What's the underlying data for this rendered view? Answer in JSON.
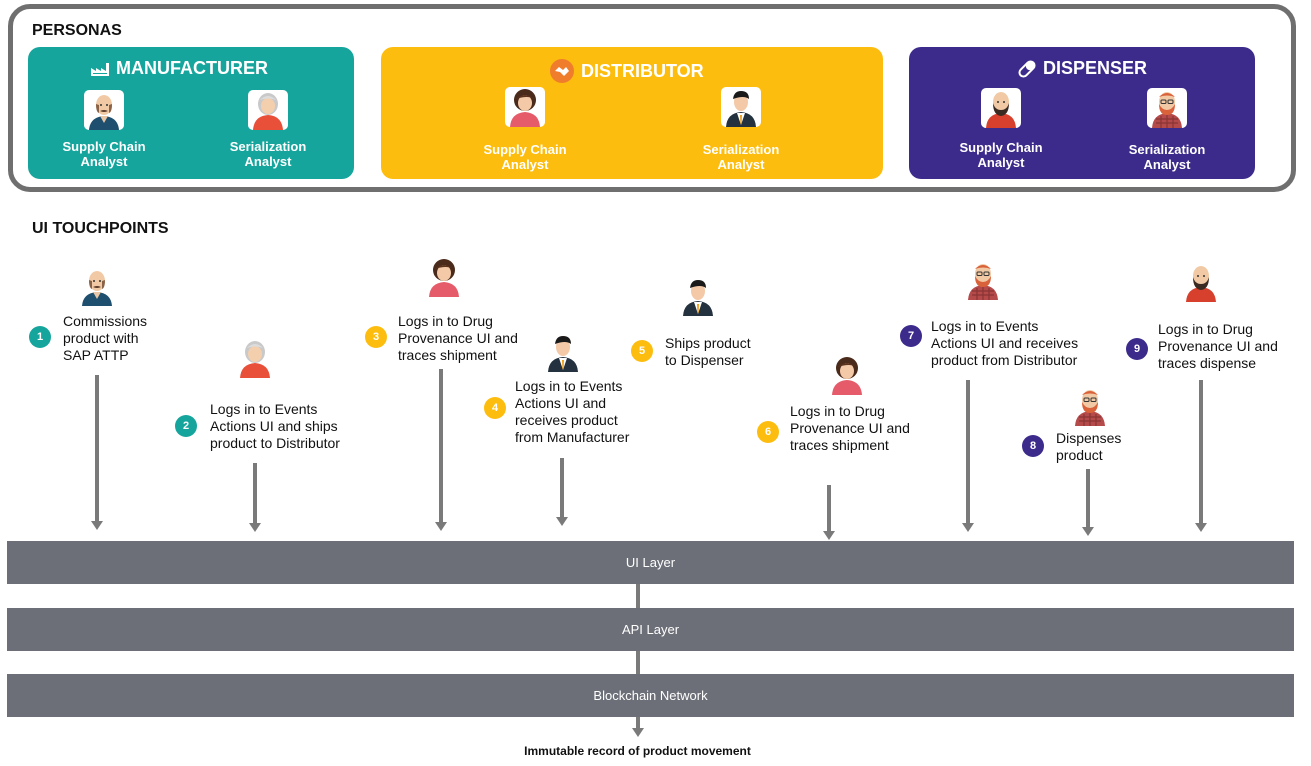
{
  "personas": {
    "title": "PERSONAS",
    "groups": [
      {
        "name": "MANUFACTURER",
        "color": "#15a59c",
        "icon": "factory-icon",
        "roles": [
          {
            "line1": "Supply Chain",
            "line2": "Analyst"
          },
          {
            "line1": "Serialization",
            "line2": "Analyst"
          }
        ]
      },
      {
        "name": "DISTRIBUTOR",
        "color": "#fdbd0f",
        "icon": "handshake-icon",
        "roles": [
          {
            "line1": "Supply Chain",
            "line2": "Analyst"
          },
          {
            "line1": "Serialization",
            "line2": "Analyst"
          }
        ]
      },
      {
        "name": "DISPENSER",
        "color": "#3d2b8c",
        "icon": "pill-icon",
        "roles": [
          {
            "line1": "Supply Chain",
            "line2": "Analyst"
          },
          {
            "line1": "Serialization",
            "line2": "Analyst"
          }
        ]
      }
    ]
  },
  "touchpoints": {
    "title": "UI TOUCHPOINTS",
    "items": [
      {
        "num": "1",
        "lines": [
          "Commissions",
          "product with",
          "SAP ATTP"
        ]
      },
      {
        "num": "2",
        "lines": [
          "Logs in to Events",
          "Actions UI and ships",
          "product to Distributor"
        ]
      },
      {
        "num": "3",
        "lines": [
          "Logs in to Drug",
          "Provenance UI and",
          "traces shipment"
        ]
      },
      {
        "num": "4",
        "lines": [
          "Logs in to Events",
          "Actions UI and",
          "receives product",
          "from Manufacturer"
        ]
      },
      {
        "num": "5",
        "lines": [
          "Ships product",
          "to Dispenser"
        ]
      },
      {
        "num": "6",
        "lines": [
          "Logs in to Drug",
          "Provenance UI and",
          "traces shipment"
        ]
      },
      {
        "num": "7",
        "lines": [
          "Logs in to Events",
          "Actions UI and receives",
          "product from Distributor"
        ]
      },
      {
        "num": "8",
        "lines": [
          "Dispenses",
          "product"
        ]
      },
      {
        "num": "9",
        "lines": [
          "Logs in to Drug",
          "Provenance UI and",
          "traces dispense"
        ]
      }
    ]
  },
  "layers": {
    "ui": "UI Layer",
    "api": "API Layer",
    "blockchain": "Blockchain Network"
  },
  "footer": "Immutable record of product movement",
  "colors": {
    "teal": "#15a59c",
    "yellow": "#fdbd0f",
    "purple": "#3d2b8c",
    "layer": "#6c6f77",
    "arrow": "#7a7a7a"
  }
}
